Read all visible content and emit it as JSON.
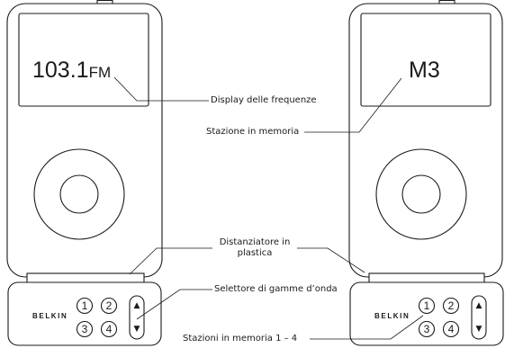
{
  "devices": [
    {
      "screen_text": "103.1",
      "screen_unit": "FM",
      "brand": "BELKIN",
      "buttons": [
        "1",
        "2",
        "3",
        "4"
      ],
      "band_up": "▲",
      "band_down": "▼"
    },
    {
      "screen_text": "M3",
      "screen_unit": "",
      "brand": "BELKIN",
      "buttons": [
        "1",
        "2",
        "3",
        "4"
      ],
      "band_up": "▲",
      "band_down": "▼"
    }
  ],
  "callouts": {
    "frequency_display": "Display delle frequenze",
    "memory_station": "Stazione in memoria",
    "spacer_line1": "Distanziatore in",
    "spacer_line2": "plastica",
    "band_selector": "Selettore di gamme d’onda",
    "memory_stations": "Stazioni in memoria 1 – 4"
  }
}
